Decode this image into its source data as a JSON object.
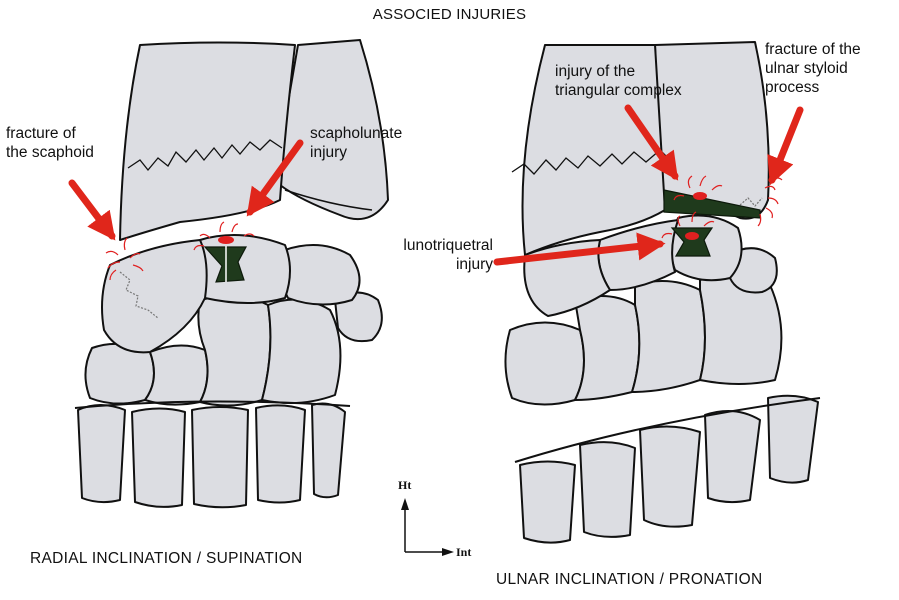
{
  "title": "ASSOCIED INJURIES",
  "left_panel": {
    "caption": "RADIAL INCLINATION / SUPINATION",
    "labels": {
      "scaphoid_fracture": [
        "fracture of",
        "the scaphoid"
      ],
      "scapholunate": [
        "scapholunate",
        "injury"
      ]
    }
  },
  "right_panel": {
    "caption": "ULNAR INCLINATION / PRONATION",
    "labels": {
      "triangular_complex": [
        "injury of the",
        "triangular complex"
      ],
      "ulnar_styloid": [
        "fracture of the",
        "ulnar styloid",
        "process"
      ],
      "lunotriquetral": [
        "lunotriquetral",
        "injury"
      ]
    }
  },
  "axis": {
    "vertical": "Ht",
    "horizontal": "Int"
  },
  "colors": {
    "bone_fill": "#dcdde2",
    "outline": "#111111",
    "arrow": "#e0261b",
    "ligament": "#1f3a1c",
    "injury_red": "#e02020"
  }
}
